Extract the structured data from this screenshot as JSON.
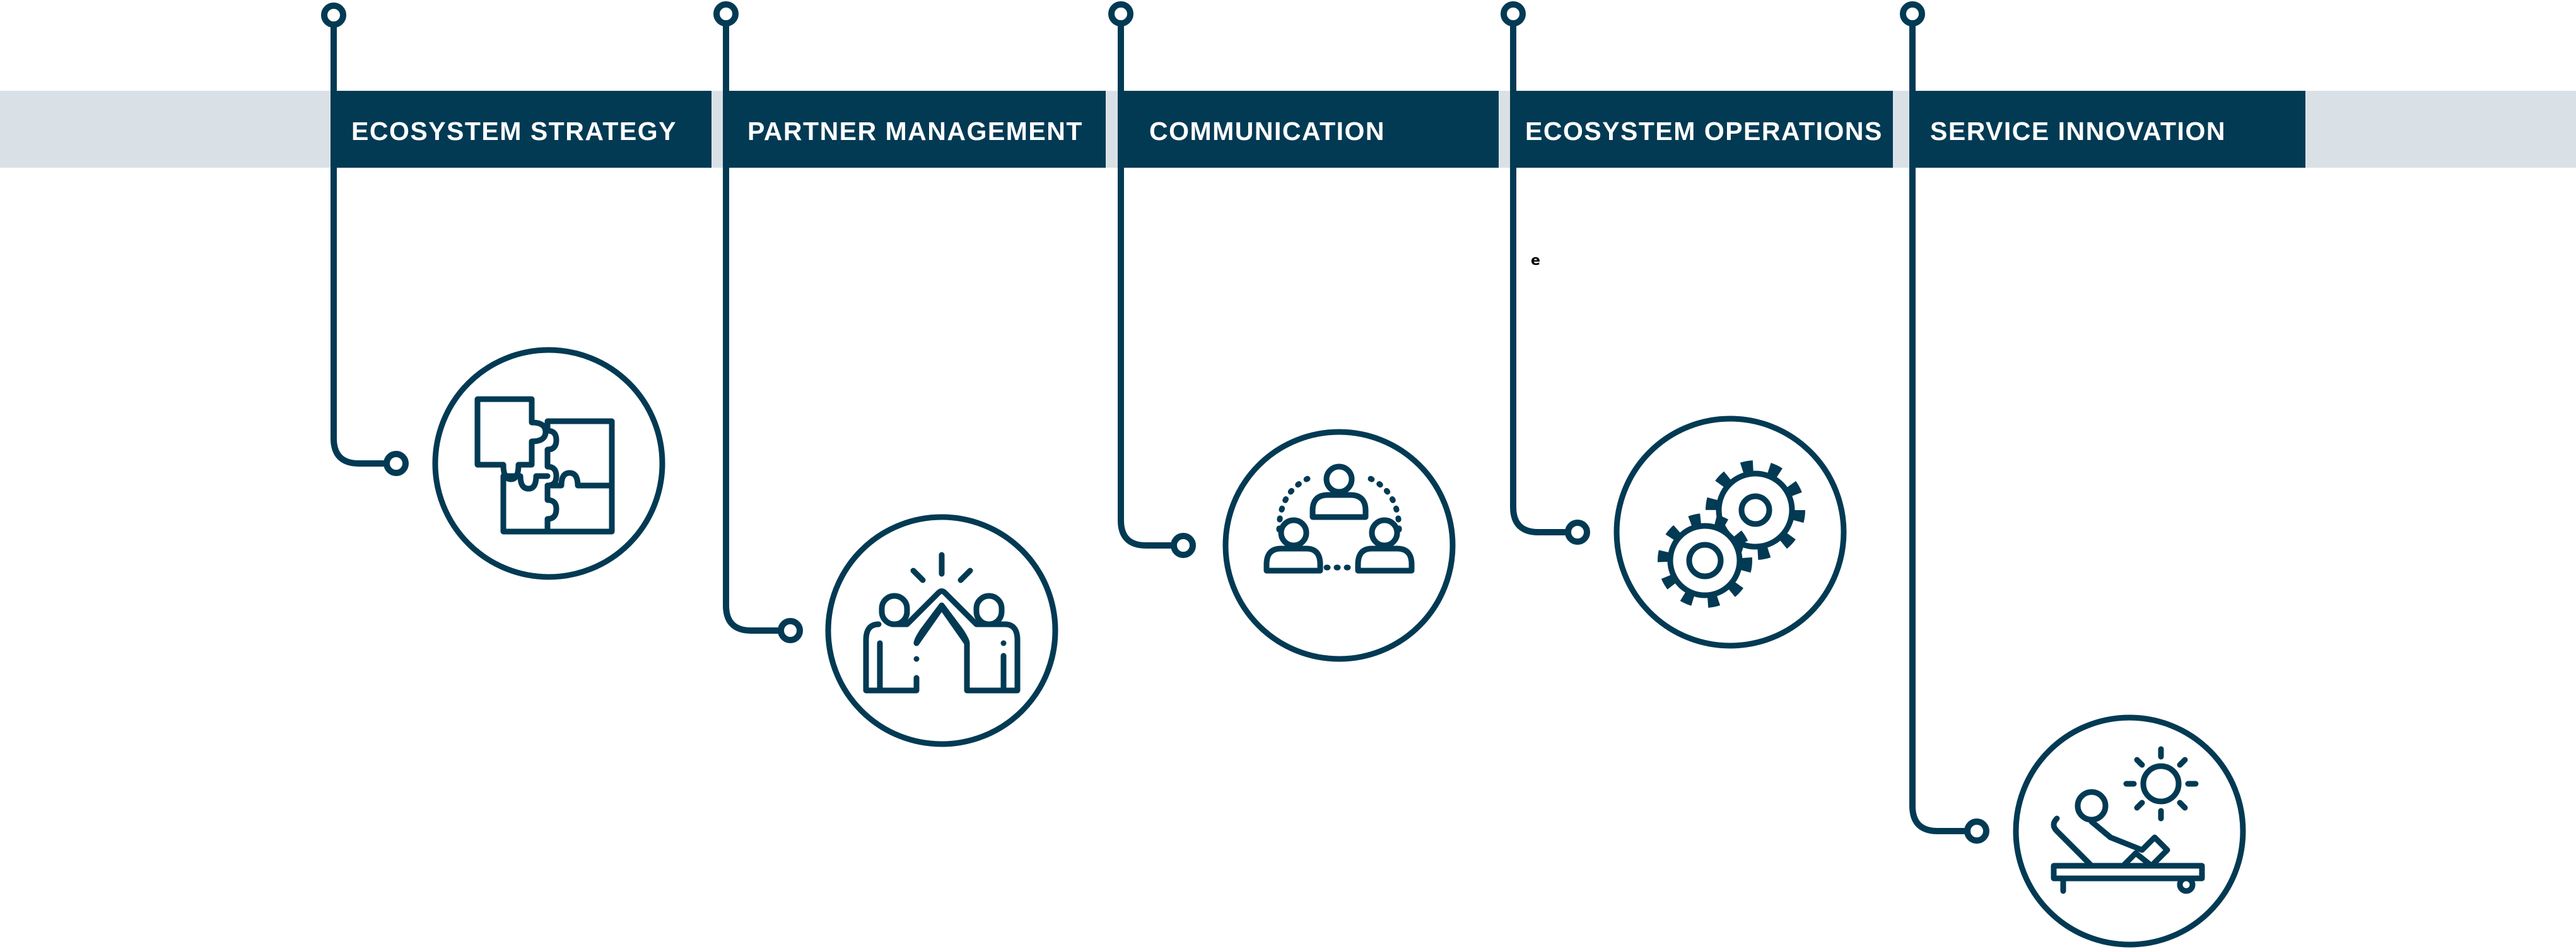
{
  "colors": {
    "primary": "#023a54",
    "band": "#dae1e6",
    "label_text": "#ffffff"
  },
  "stages": [
    {
      "label": "ECOSYSTEM STRATEGY",
      "icon": "puzzle-icon"
    },
    {
      "label": "PARTNER MANAGEMENT",
      "icon": "high-five-icon"
    },
    {
      "label": "COMMUNICATION",
      "icon": "team-network-icon"
    },
    {
      "label": "ECOSYSTEM OPERATIONS",
      "icon": "gears-icon"
    },
    {
      "label": "SERVICE INNOVATION",
      "icon": "relaxing-sun-lounger-icon"
    }
  ],
  "stray_glyph": "e"
}
